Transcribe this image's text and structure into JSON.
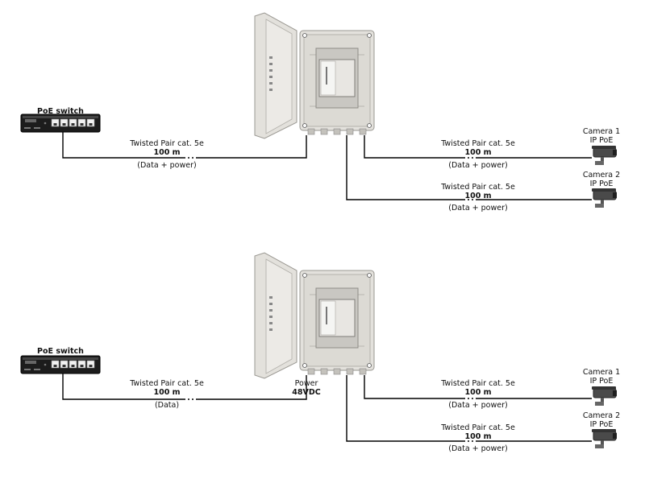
{
  "diagrams": [
    {
      "switch_label": "PoE switch",
      "left_link": {
        "line1": "Twisted Pair cat. 5e",
        "line2": "100 m",
        "line3": "(Data + power)"
      },
      "power_label": null,
      "camera_links": [
        {
          "camera_name": "Camera 1",
          "camera_type": "IP PoE",
          "line1": "Twisted Pair cat. 5e",
          "line2": "100 m",
          "line3": "(Data + power)"
        },
        {
          "camera_name": "Camera 2",
          "camera_type": "IP PoE",
          "line1": "Twisted Pair cat. 5e",
          "line2": "100 m",
          "line3": "(Data + power)"
        }
      ]
    },
    {
      "switch_label": "PoE switch",
      "left_link": {
        "line1": "Twisted Pair cat. 5e",
        "line2": "100 m",
        "line3": "(Data)"
      },
      "power_label": {
        "line1": "Power",
        "line2": "48VDC"
      },
      "camera_links": [
        {
          "camera_name": "Camera 1",
          "camera_type": "IP PoE",
          "line1": "Twisted Pair cat. 5e",
          "line2": "100 m",
          "line3": "(Data + power)"
        },
        {
          "camera_name": "Camera 2",
          "camera_type": "IP PoE",
          "line1": "Twisted Pair cat. 5e",
          "line2": "100 m",
          "line3": "(Data + power)"
        }
      ]
    }
  ],
  "colors": {
    "line": "#000000",
    "enclosure": "#e3e1dc",
    "switch_body": "#1c1c1c"
  }
}
